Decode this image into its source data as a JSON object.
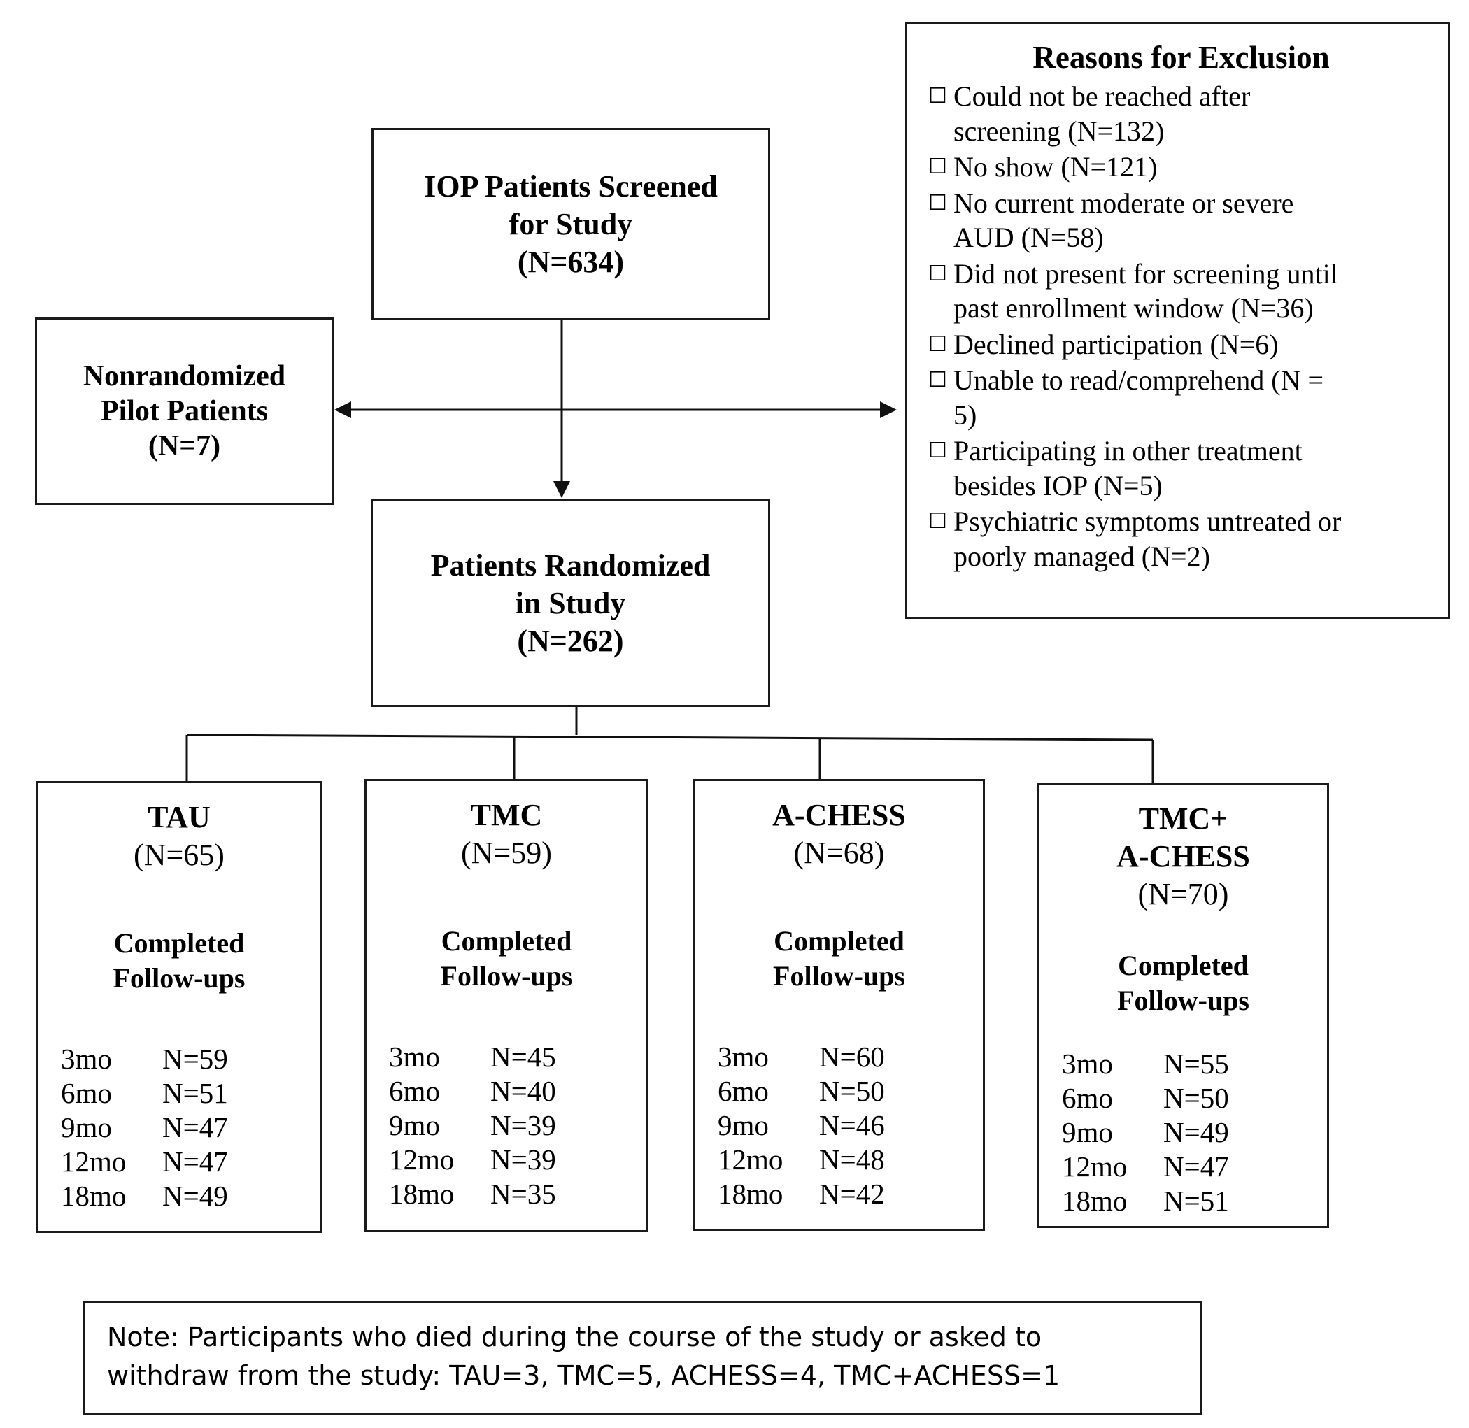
{
  "screened": {
    "line1": "IOP Patients Screened",
    "line2": "for Study",
    "count": "(N=634)"
  },
  "pilot": {
    "line1": "Nonrandomized",
    "line2": "Pilot Patients",
    "count": "(N=7)"
  },
  "randomized": {
    "line1": "Patients Randomized",
    "line2": "in Study",
    "count": "(N=262)"
  },
  "exclusion": {
    "title": "Reasons for Exclusion",
    "items": [
      {
        "line1": "Could not be reached after",
        "line2": "screening (N=132)"
      },
      {
        "line1": "No show (N=121)",
        "line2": ""
      },
      {
        "line1": "No current moderate or severe",
        "line2": "AUD (N=58)"
      },
      {
        "line1": "Did not present for screening until",
        "line2": "past enrollment window (N=36)"
      },
      {
        "line1": "Declined participation (N=6)",
        "line2": ""
      },
      {
        "line1": "Unable to read/comprehend (N =",
        "line2": "5)"
      },
      {
        "line1": "Participating in other treatment",
        "line2": "besides IOP (N=5)"
      },
      {
        "line1": "Psychiatric symptoms untreated or",
        "line2": "poorly managed (N=2)"
      }
    ]
  },
  "arms": [
    {
      "name_line1": "TAU",
      "name_line2": "",
      "n": "(N=65)",
      "sub_line1": "Completed",
      "sub_line2": "Follow-ups",
      "followups": [
        {
          "month": "3mo",
          "n": "N=59"
        },
        {
          "month": "6mo",
          "n": "N=51"
        },
        {
          "month": "9mo",
          "n": "N=47"
        },
        {
          "month": "12mo",
          "n": "N=47"
        },
        {
          "month": "18mo",
          "n": "N=49"
        }
      ]
    },
    {
      "name_line1": "TMC",
      "name_line2": "",
      "n": "(N=59)",
      "sub_line1": "Completed",
      "sub_line2": "Follow-ups",
      "followups": [
        {
          "month": "3mo",
          "n": "N=45"
        },
        {
          "month": "6mo",
          "n": "N=40"
        },
        {
          "month": "9mo",
          "n": "N=39"
        },
        {
          "month": "12mo",
          "n": "N=39"
        },
        {
          "month": "18mo",
          "n": "N=35"
        }
      ]
    },
    {
      "name_line1": "A-CHESS",
      "name_line2": "",
      "n": "(N=68)",
      "sub_line1": "Completed",
      "sub_line2": "Follow-ups",
      "followups": [
        {
          "month": "3mo",
          "n": "N=60"
        },
        {
          "month": "6mo",
          "n": "N=50"
        },
        {
          "month": "9mo",
          "n": "N=46"
        },
        {
          "month": "12mo",
          "n": "N=48"
        },
        {
          "month": "18mo",
          "n": "N=42"
        }
      ]
    },
    {
      "name_line1": "TMC+",
      "name_line2": "A-CHESS",
      "n": "(N=70)",
      "sub_line1": "Completed",
      "sub_line2": "Follow-ups",
      "followups": [
        {
          "month": "3mo",
          "n": "N=55"
        },
        {
          "month": "6mo",
          "n": "N=50"
        },
        {
          "month": "9mo",
          "n": "N=49"
        },
        {
          "month": "12mo",
          "n": "N=47"
        },
        {
          "month": "18mo",
          "n": "N=51"
        }
      ]
    }
  ],
  "note": {
    "line1": "Note:  Participants who died during the course of the study or asked to",
    "line2": "withdraw from the study:  TAU=3, TMC=5, ACHESS=4, TMC+ACHESS=1"
  }
}
